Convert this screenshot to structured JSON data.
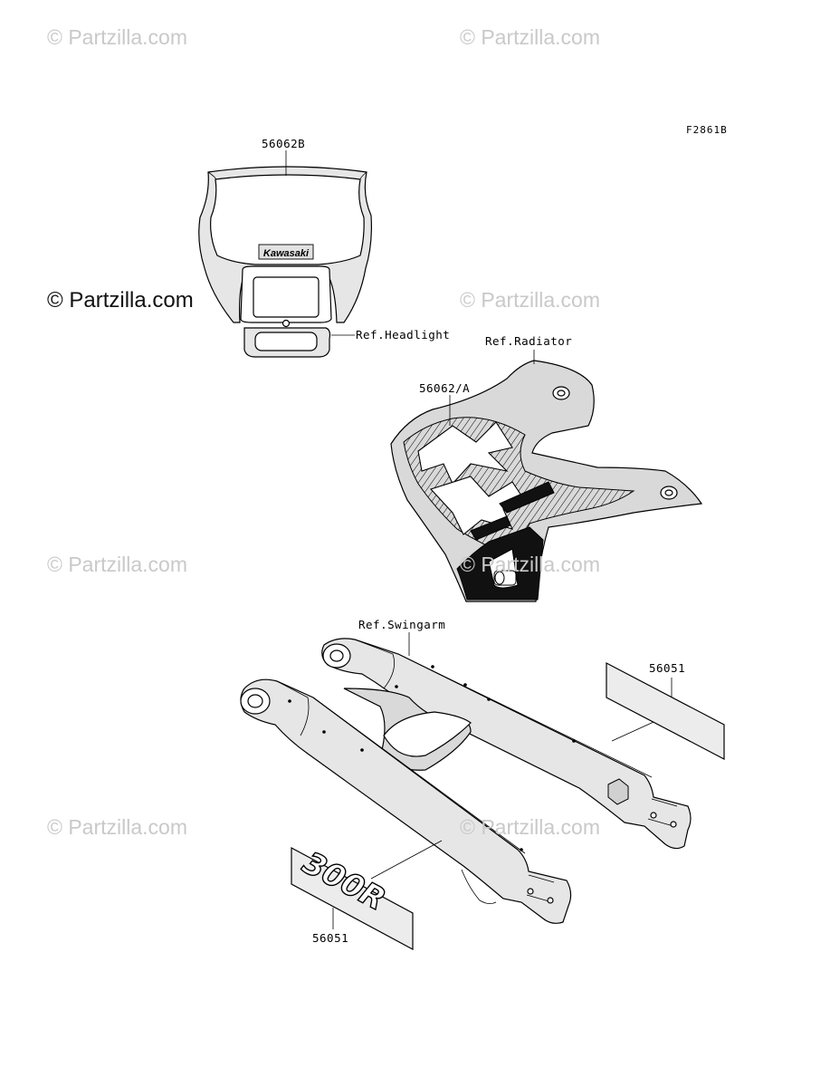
{
  "figure_id": "F2861B",
  "watermarks": {
    "light": "© Partzilla.com",
    "strong": "© Partzilla.com"
  },
  "callouts": {
    "number_plate_part": "56062B",
    "headlight_ref": "Ref.Headlight",
    "radiator_ref": "Ref.Radiator",
    "shroud_decal_part": "56062/A",
    "swingarm_ref": "Ref.Swingarm",
    "swingarm_decal_right_part": "56051",
    "swingarm_decal_left_part": "56051"
  },
  "graphics": {
    "number_plate_logo": "Kawasaki",
    "swingarm_logo": "300R"
  },
  "colors": {
    "watermark": "#c9c9c9",
    "line": "#000000",
    "shade": "#d9d9d9"
  }
}
